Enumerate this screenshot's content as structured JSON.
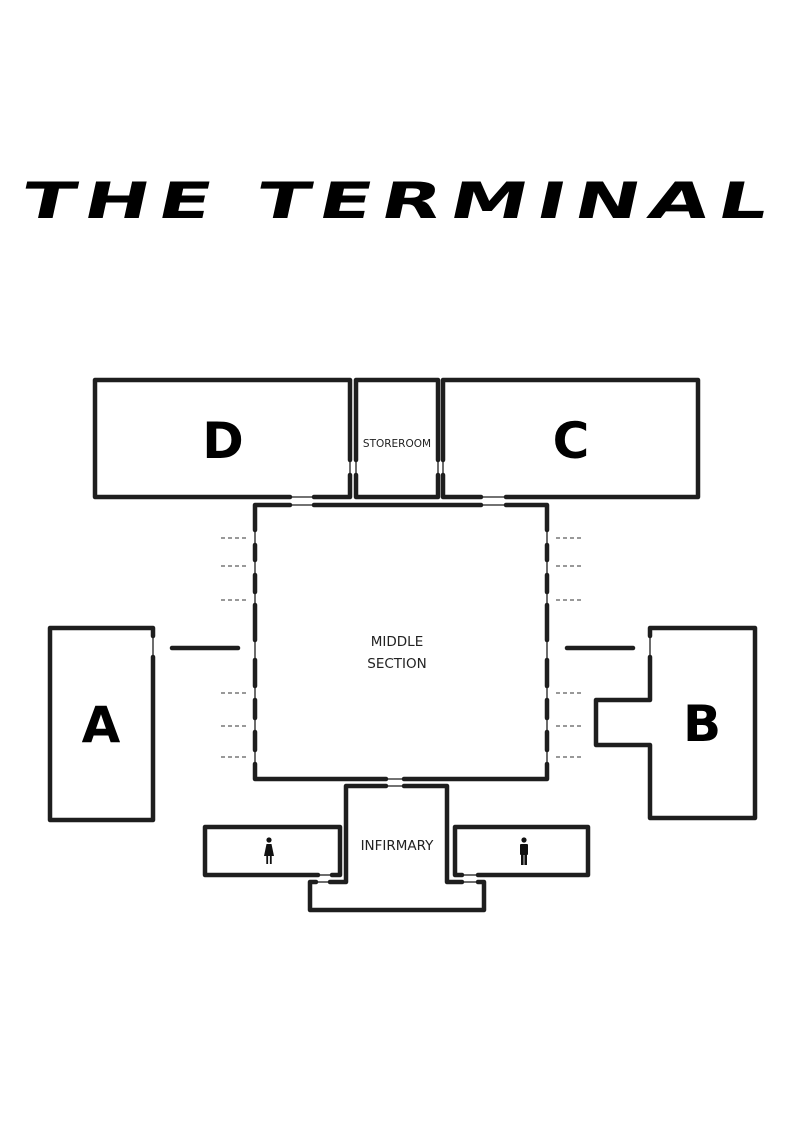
{
  "title": "THE TERMINAL",
  "rooms": {
    "d": {
      "label": "D"
    },
    "storeroom": {
      "label": "STOREROOM"
    },
    "c": {
      "label": "C"
    },
    "middle": {
      "line1": "MIDDLE",
      "line2": "SECTION"
    },
    "a": {
      "label": "A"
    },
    "b": {
      "label": "B"
    },
    "infirmary": {
      "label": "INFIRMARY"
    },
    "womens_restroom": {
      "icon": "woman-icon"
    },
    "mens_restroom": {
      "icon": "man-icon"
    }
  },
  "colors": {
    "wall": "#1e1e1e",
    "background": "#ffffff"
  }
}
